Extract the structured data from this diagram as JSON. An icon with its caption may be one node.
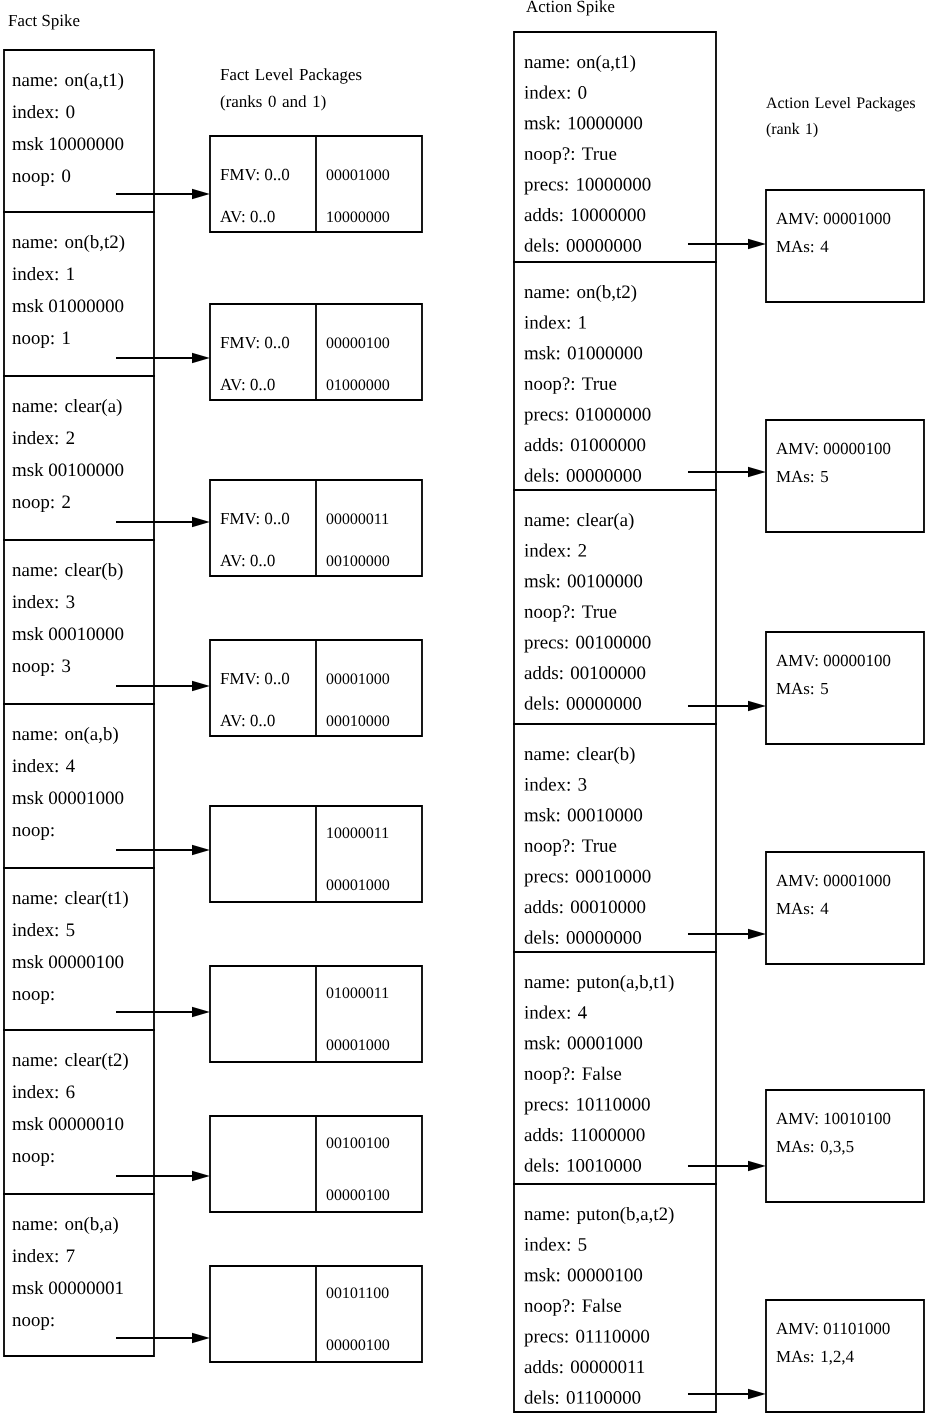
{
  "diagram": {
    "nodes": [
      {
        "text": [
          "name: on(a,t1)",
          "index: 0",
          "msk 10000000",
          "noop: 0"
        ]
      },
      {
        "text": [
          "name: on(b,t2)",
          "index: 1",
          "msk 01000000",
          "noop: 1"
        ]
      },
      {
        "text": [
          "name: clear(a)",
          "index: 2",
          "msk 00100000",
          "noop: 2"
        ]
      },
      {
        "text": [
          "name: clear(b)",
          "index: 3",
          "msk 00010000",
          "noop: 3"
        ]
      },
      {
        "text": [
          "name: on(a,b)",
          "index: 4",
          "msk 00001000",
          "noop:"
        ]
      },
      {
        "text": [
          "name: clear(t1)",
          "index: 5",
          "msk 00000100",
          "noop:"
        ]
      },
      {
        "text": [
          "name: clear(t2)",
          "index: 6",
          "msk 00000010",
          "noop:"
        ]
      },
      {
        "text": [
          "name: on(b,a)",
          "index: 7",
          "msk 00000001",
          "noop:"
        ]
      },
      {
        "text": [
          "FMV: 0..0",
          "AV: 0..0",
          "00001000",
          "10000000"
        ]
      },
      {
        "text": [
          "FMV: 0..0",
          "AV: 0..0",
          "00000100",
          "01000000"
        ]
      },
      {
        "text": [
          "FMV: 0..0",
          "AV: 0..0",
          "00000011",
          "00100000"
        ]
      },
      {
        "text": [
          "FMV: 0..0",
          "AV: 0..0",
          "00001000",
          "00010000"
        ]
      },
      {
        "text": [
          "10000011",
          "00001000"
        ]
      },
      {
        "text": [
          "01000011",
          "00001000"
        ]
      },
      {
        "text": [
          "00100100",
          "00000100"
        ]
      },
      {
        "text": [
          "00101100",
          "00000100"
        ]
      },
      {
        "text": [
          "name: on(a,t1)",
          "index: 0",
          "msk: 10000000",
          "noop?: True",
          "precs: 10000000",
          "adds: 10000000",
          "dels: 00000000"
        ]
      },
      {
        "text": [
          "name: on(b,t2)",
          "index: 1",
          "msk: 01000000",
          "noop?: True",
          "precs: 01000000",
          "adds: 01000000",
          "dels: 00000000"
        ]
      },
      {
        "text": [
          "name: clear(a)",
          "index: 2",
          "msk: 00100000",
          "noop?: True",
          "precs: 00100000",
          "adds: 00100000",
          "dels: 00000000"
        ]
      },
      {
        "text": [
          "name: clear(b)",
          "index: 3",
          "msk: 00010000",
          "noop?: True",
          "precs: 00010000",
          "adds: 00010000",
          "dels: 00000000"
        ]
      },
      {
        "text": [
          "name: puton(a,b,t1)",
          "index: 4",
          "msk: 00001000",
          "noop?: False",
          "precs: 10110000",
          "adds: 11000000",
          "dels: 10010000"
        ]
      },
      {
        "text": [
          "name: puton(b,a,t2)",
          "index: 5",
          "msk: 00000100",
          "noop?: False",
          "precs: 01110000",
          "adds: 00000011",
          "dels: 01100000"
        ]
      },
      {
        "text": [
          "AMV: 00001000",
          "MAs: 4"
        ]
      },
      {
        "text": [
          "AMV: 00000100",
          "MAs: 5"
        ]
      },
      {
        "text": [
          "AMV: 00000100",
          "MAs: 5"
        ]
      },
      {
        "text": [
          "AMV: 00001000",
          "MAs: 4"
        ]
      },
      {
        "text": [
          "AMV: 10010100",
          "MAs: 0,3,5"
        ]
      },
      {
        "text": [
          "AMV: 01101000",
          "MAs: 1,2,4"
        ]
      }
    ],
    "edges": [
      {
        "from": 0,
        "to": 8,
        "arrow": "to"
      },
      {
        "from": 1,
        "to": 9,
        "arrow": "to"
      },
      {
        "from": 2,
        "to": 10,
        "arrow": "to"
      },
      {
        "from": 3,
        "to": 11,
        "arrow": "to"
      },
      {
        "from": 4,
        "to": 12,
        "arrow": "to"
      },
      {
        "from": 5,
        "to": 13,
        "arrow": "to"
      },
      {
        "from": 6,
        "to": 14,
        "arrow": "to"
      },
      {
        "from": 7,
        "to": 15,
        "arrow": "to"
      },
      {
        "from": 16,
        "to": 22,
        "arrow": "to"
      },
      {
        "from": 17,
        "to": 23,
        "arrow": "to"
      },
      {
        "from": 18,
        "to": 24,
        "arrow": "to"
      },
      {
        "from": 19,
        "to": 25,
        "arrow": "to"
      },
      {
        "from": 20,
        "to": 26,
        "arrow": "to"
      },
      {
        "from": 21,
        "to": 27,
        "arrow": "to"
      }
    ],
    "labels": [
      "Fact Spike",
      "Action Spike",
      "Fact Level Packages (ranks 0 and 1)",
      "Action Level Packages (rank 1)"
    ]
  }
}
